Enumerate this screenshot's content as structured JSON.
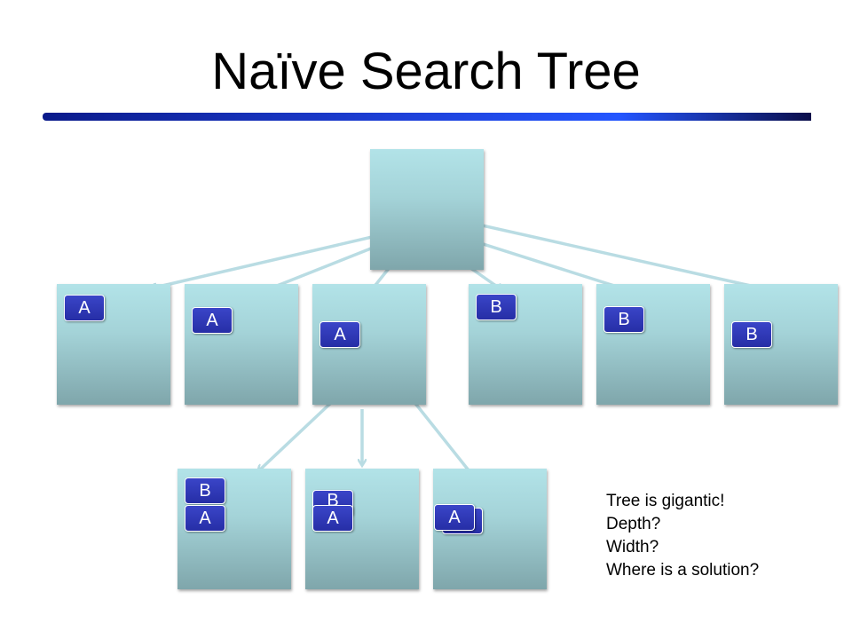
{
  "title": "Naïve Search Tree",
  "nodes": {
    "level1": [
      {
        "blocks": [
          "A"
        ]
      },
      {
        "blocks": [
          "A"
        ]
      },
      {
        "blocks": [
          "A"
        ]
      },
      {
        "blocks": [
          "B"
        ]
      },
      {
        "blocks": [
          "B"
        ]
      },
      {
        "blocks": [
          "B"
        ]
      }
    ],
    "level2": [
      {
        "blocks": [
          "B",
          "A"
        ]
      },
      {
        "blocks": [
          "B",
          "A"
        ]
      },
      {
        "blocks": [
          "A"
        ]
      }
    ]
  },
  "notes": [
    "Tree is gigantic!",
    "Depth?",
    "Width?",
    "Where is a solution?"
  ],
  "colors": {
    "node_top": "#b2e3e8",
    "node_bottom": "#7fa6ab",
    "block": "#262ea6",
    "arrow": "#b9dce3",
    "title_bar": "#1d3fd6"
  }
}
